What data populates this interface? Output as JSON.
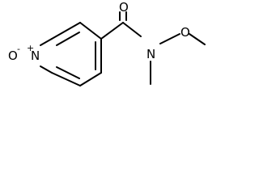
{
  "molecule": {
    "atoms": {
      "n_oxide_oxygen": {
        "symbol": "O",
        "charge": "-"
      },
      "ring_nitrogen": {
        "symbol": "N",
        "charge": "+"
      },
      "carbonyl_oxygen": {
        "symbol": "O"
      },
      "amide_nitrogen": {
        "symbol": "N"
      },
      "methoxy_oxygen": {
        "symbol": "O"
      }
    }
  }
}
